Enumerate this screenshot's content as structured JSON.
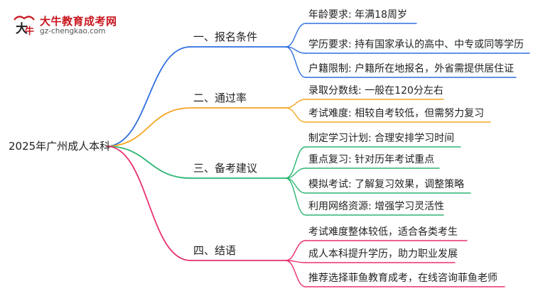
{
  "logo": {
    "title": "大牛教育成考网",
    "url": "gz-chengkao.com"
  },
  "root": {
    "label": "2025年广州成人本科"
  },
  "branches": [
    {
      "label": "一、报名条件",
      "color": "#2f6fe0",
      "leaves": [
        "年龄要求: 年满18周岁",
        "学历要求: 持有国家承认的高中、中专或同等学历",
        "户籍限制: 户籍所在地报名，外省需提供居住证"
      ]
    },
    {
      "label": "二、通过率",
      "color": "#f5a623",
      "leaves": [
        "录取分数线: 一般在120分左右",
        "考试难度: 相较自考较低，但需努力复习"
      ]
    },
    {
      "label": "三、备考建议",
      "color": "#2bb673",
      "leaves": [
        "制定学习计划: 合理安排学习时间",
        "重点复习: 针对历年考试重点",
        "模拟考试: 了解复习效果，调整策略",
        "利用网络资源: 增强学习灵活性"
      ]
    },
    {
      "label": "四、结语",
      "color": "#e8306e",
      "leaves": [
        "考试难度整体较低，适合各类考生",
        "成人本科提升学历，助力职业发展",
        "推荐选择菲鱼教育成考，在线咨询菲鱼老师"
      ]
    }
  ]
}
